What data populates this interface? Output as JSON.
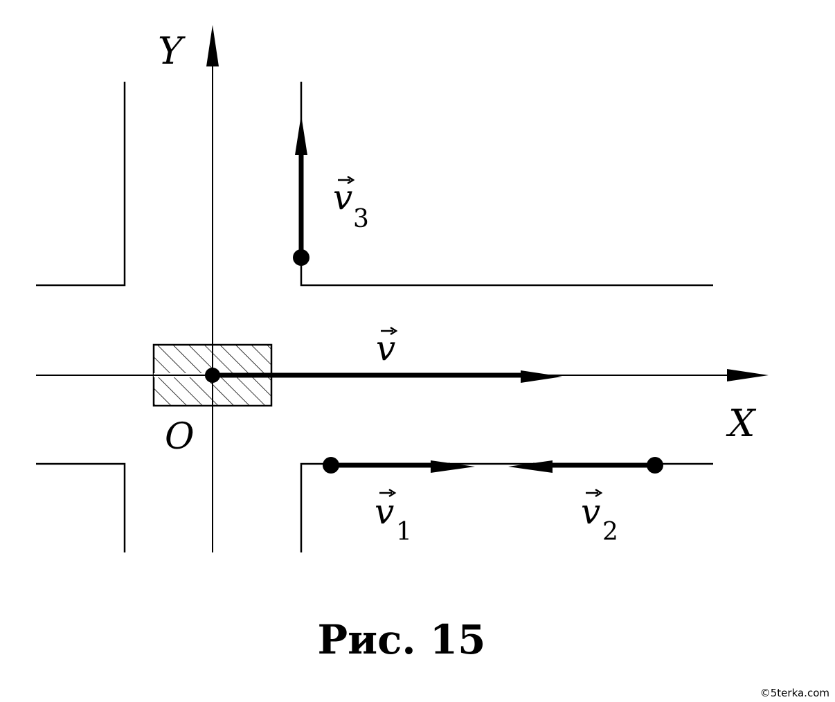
{
  "figure": {
    "axis_y_label": "Y",
    "axis_x_label": "X",
    "origin_label": "O",
    "vectors": [
      {
        "id": "v",
        "letter": "v",
        "subscript": ""
      },
      {
        "id": "v1",
        "letter": "v",
        "subscript": "1"
      },
      {
        "id": "v2",
        "letter": "v",
        "subscript": "2"
      },
      {
        "id": "v3",
        "letter": "v",
        "subscript": "3"
      }
    ],
    "caption": "Рис. 15"
  },
  "watermark": "©5terka.com"
}
